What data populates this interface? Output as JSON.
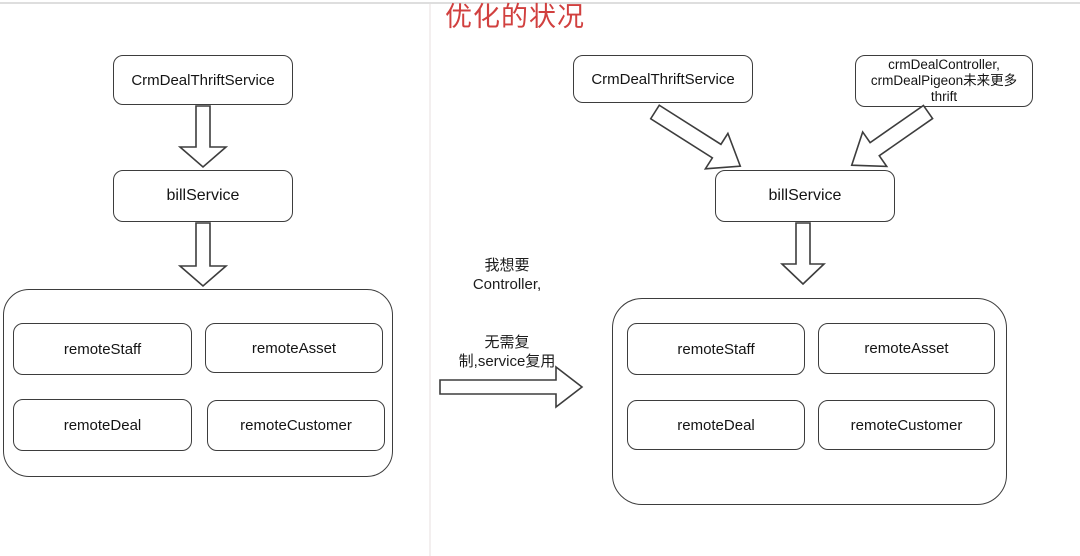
{
  "title": "优化的状况",
  "colors": {
    "title": "#d1403f",
    "line": "#3d3d3d"
  },
  "left_diagram": {
    "top_box": "CrmDealThriftService",
    "mid_box": "billService",
    "container_boxes": [
      "remoteStaff",
      "remoteAsset",
      "remoteDeal",
      "remoteCustomer"
    ]
  },
  "middle_notes": {
    "want_line1": "我想要",
    "want_line2": "Controller,",
    "reuse_line1": "无需复",
    "reuse_line2": "制,service复用"
  },
  "right_diagram": {
    "top_box": "CrmDealThriftService",
    "controller_lines": [
      "crmDealController,",
      "crmDealPigeon未来更多",
      "thrift"
    ],
    "mid_box": "billService",
    "container_boxes": [
      "remoteStaff",
      "remoteAsset",
      "remoteDeal",
      "remoteCustomer"
    ]
  },
  "arrows": [
    "left-arrow-thrift-to-billservice",
    "left-arrow-billservice-to-remotes",
    "transition-arrow-right",
    "right-arrow-thrift-to-billservice",
    "right-arrow-controller-to-billservice",
    "right-arrow-billservice-to-remotes"
  ]
}
